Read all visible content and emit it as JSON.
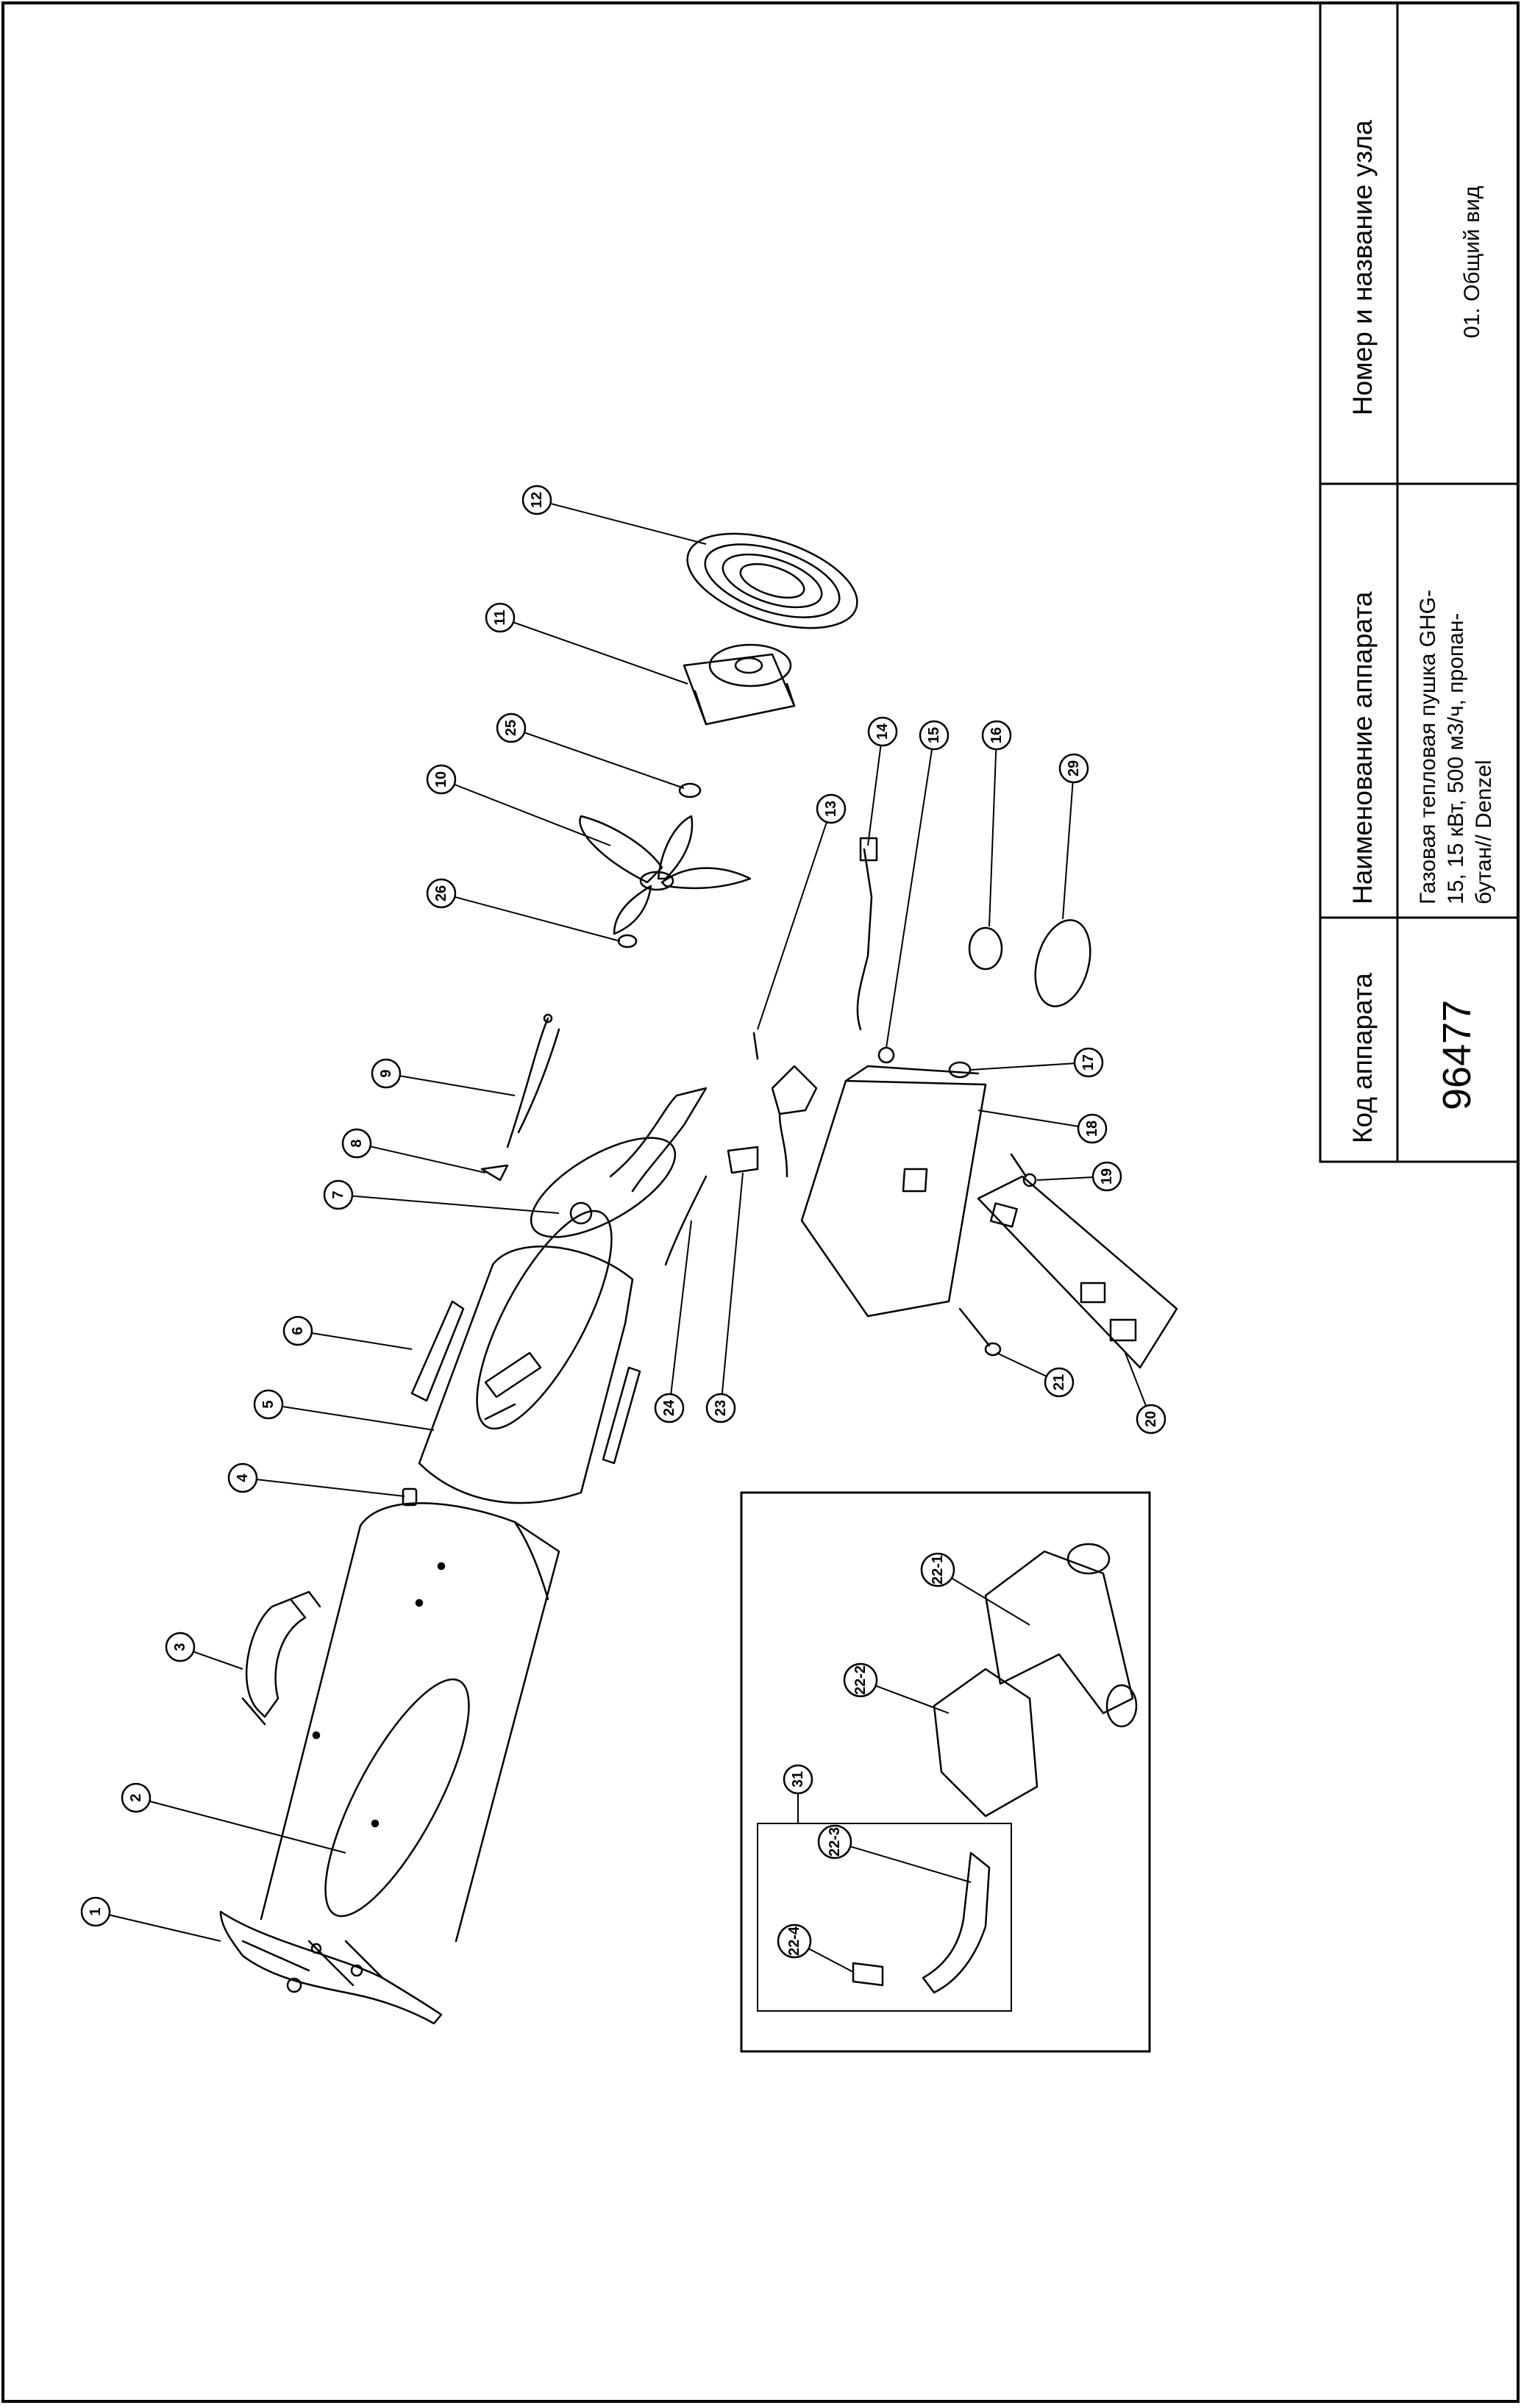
{
  "title_block": {
    "code_label": "Код аппарата",
    "code_value": "96477",
    "name_label": "Наименование аппарата",
    "name_value_lines": [
      "Газовая тепловая пушка GHG-",
      "15, 15 кВт, 500 м3/ч, пропан-",
      "бутан// Denzel"
    ],
    "unit_label": "Номер и название узла",
    "unit_value": "01. Общий вид"
  },
  "callouts": [
    "1",
    "2",
    "3",
    "4",
    "5",
    "6",
    "7",
    "8",
    "9",
    "10",
    "11",
    "12",
    "13",
    "14",
    "15",
    "16",
    "17",
    "18",
    "19",
    "20",
    "21",
    "23",
    "24",
    "25",
    "26",
    "29",
    "31",
    "22-1",
    "22-2",
    "22-3",
    "22-4"
  ]
}
